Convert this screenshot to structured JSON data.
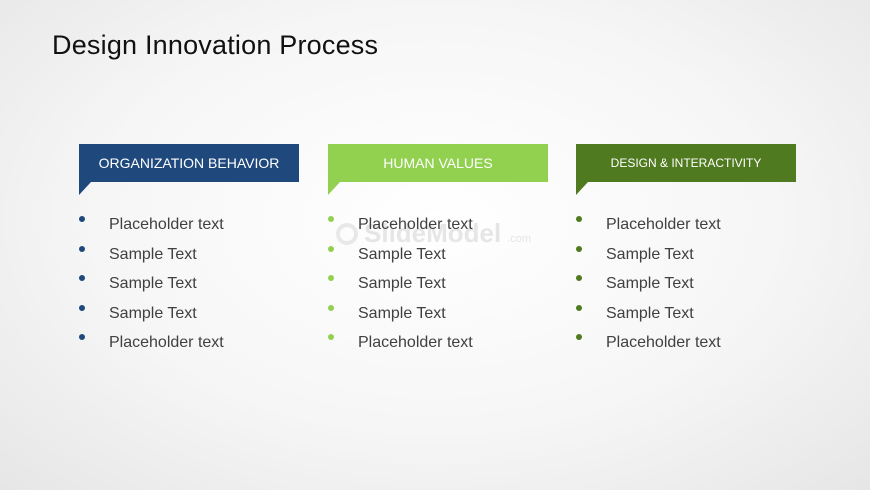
{
  "slide": {
    "title": "Design Innovation Process",
    "watermark": {
      "brand": "SlideModel",
      "suffix": ".com"
    }
  },
  "columns": [
    {
      "header": "ORGANIZATION  BEHAVIOR",
      "color": "#1f497d",
      "items": [
        "Placeholder text",
        "Sample Text",
        "Sample Text",
        "Sample Text",
        "Placeholder text"
      ]
    },
    {
      "header": "HUMAN VALUES",
      "color": "#92d050",
      "items": [
        "Placeholder text",
        "Sample Text",
        "Sample Text",
        "Sample Text",
        "Placeholder text"
      ]
    },
    {
      "header": "DESIGN & INTERACTIVITY",
      "color": "#4f7a1f",
      "items": [
        "Placeholder text",
        "Sample Text",
        "Sample Text",
        "Sample Text",
        "Placeholder text"
      ]
    }
  ]
}
